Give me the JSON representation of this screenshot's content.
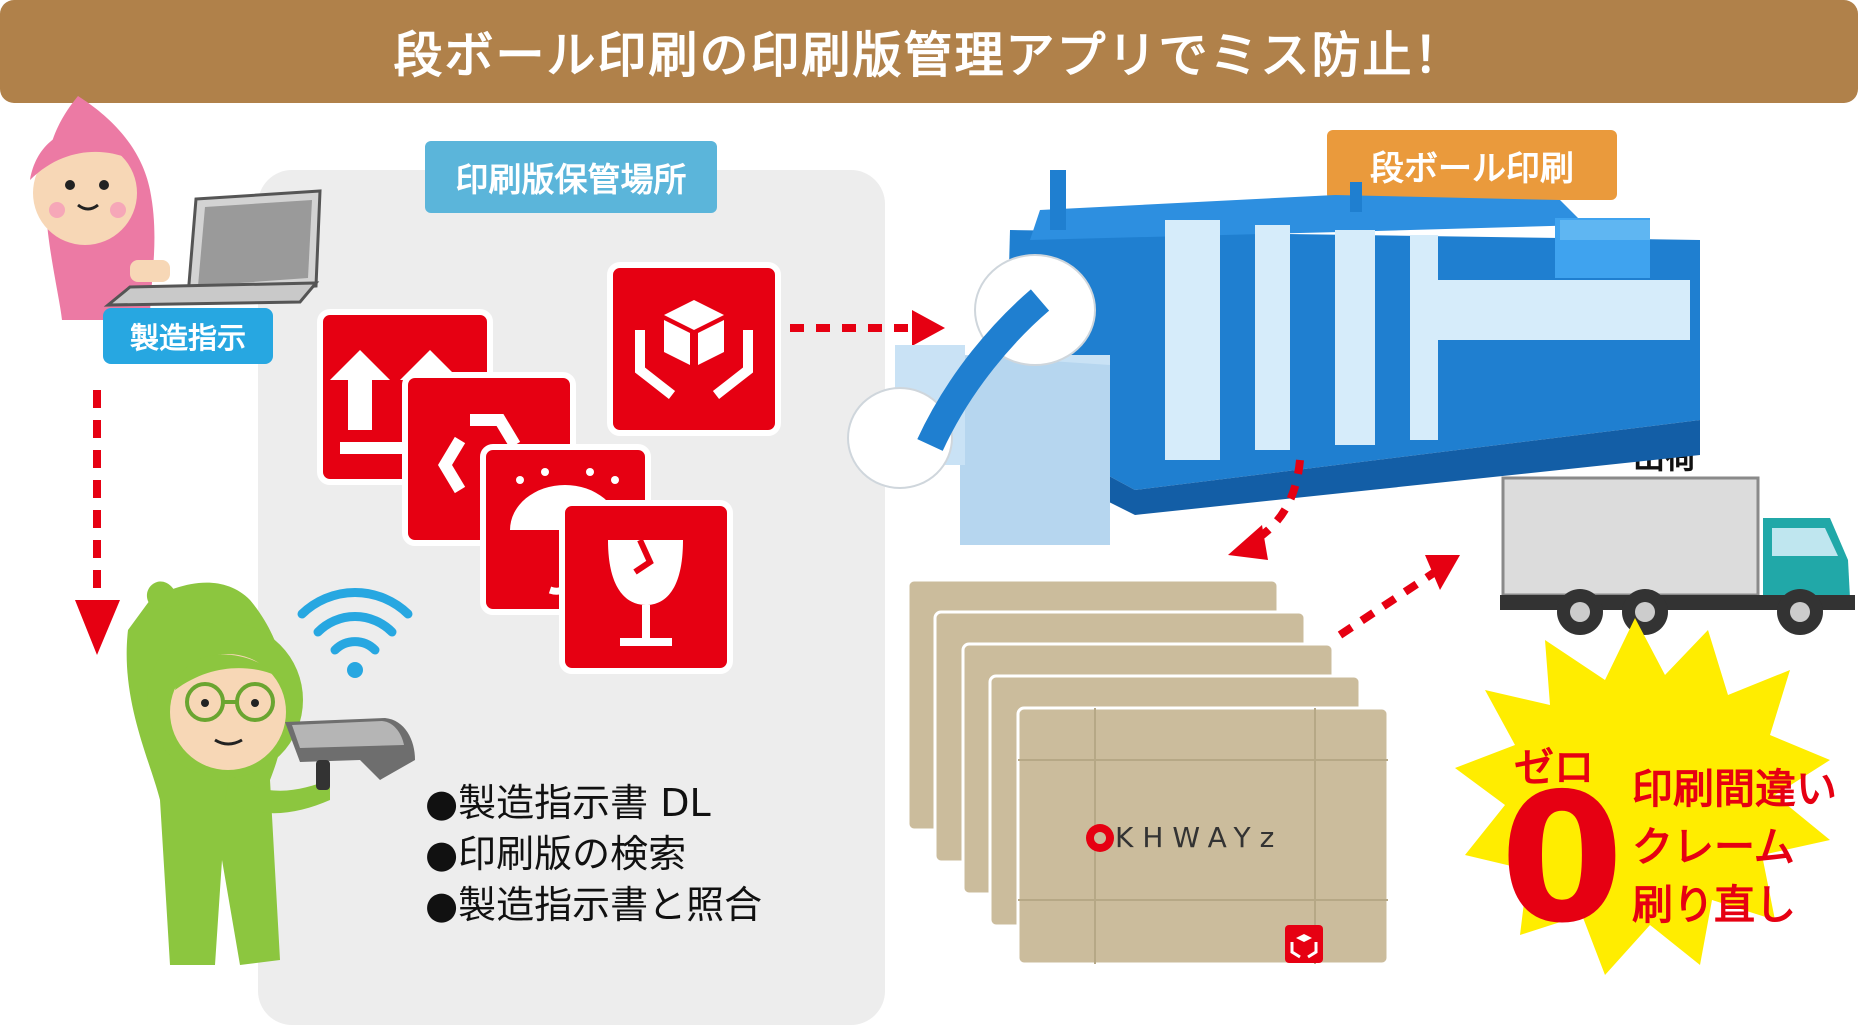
{
  "banner": {
    "title": "段ボール印刷の印刷版管理アプリでミス防止！"
  },
  "labels": {
    "order": "製造指示",
    "storage": "印刷版保管場所",
    "printing": "段ボール印刷",
    "shipping": "出荷"
  },
  "features": [
    "●製造指示書 DL",
    "●印刷版の検索",
    "●製造指示書と照合"
  ],
  "zero_badge": {
    "heading": "ゼロ",
    "number": "0",
    "lines": [
      "印刷間違い",
      "クレーム",
      "刷り直し"
    ]
  },
  "box_logo": {
    "text": "KHWAYz"
  },
  "icons": {
    "plates": [
      "this-way-up-icon",
      "recycle-icon",
      "keep-dry-icon",
      "fragile-icon",
      "handle-with-care-icon"
    ]
  },
  "colors": {
    "banner": "#b0814a",
    "plate_red": "#e60012",
    "machine_blue": "#1f7fd0",
    "badge_yellow": "#ffed00",
    "cardboard": "#cbbc9c"
  }
}
